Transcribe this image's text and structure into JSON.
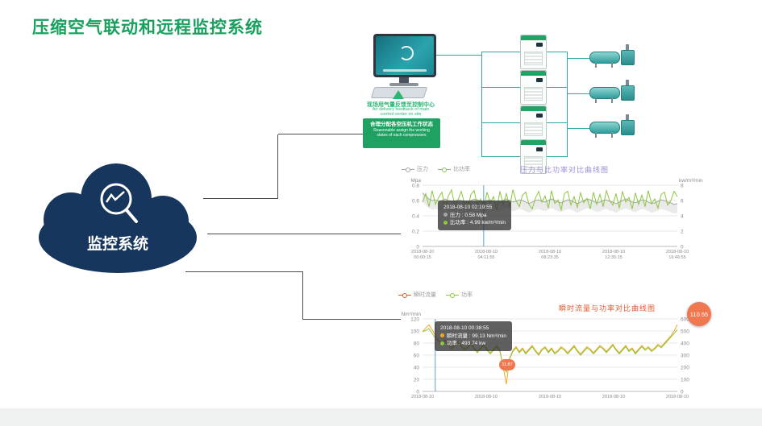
{
  "page": {
    "title": "压缩空气联动和远程监控系统",
    "title_color": "#1aa05e",
    "cloud_navy": "#17365d"
  },
  "cloud": {
    "label": "监控系统",
    "icon": "magnifier-pulse-icon"
  },
  "diagram": {
    "control_center": {
      "text_color": "#2bb673",
      "assign_bg": "#1fa162",
      "feedback_cn": "现场用气量反馈至控制中心",
      "feedback_en1": "Air delivery feedback of main",
      "feedback_en2": "control center on site",
      "assign_cn": "合理分配各空压机工作状态",
      "assign_en1": "Reasonable assign the working",
      "assign_en2": "states of each compressors"
    },
    "compressor_count": 4,
    "airend_count": 3
  },
  "chart_data": [
    {
      "type": "line",
      "title": "压力与比功率对比曲线图",
      "title_color": "#9b8cd9",
      "margins": {
        "l": 34,
        "r": 42,
        "t": 12,
        "b": 26
      },
      "y_left": {
        "label": "Mpa",
        "range": [
          0,
          0.8
        ],
        "ticks": [
          "0.8",
          "0.6",
          "0.4",
          "0.2",
          "0"
        ]
      },
      "y_right": {
        "label": "kw/m³/min",
        "range": [
          0,
          8
        ],
        "ticks": [
          "8",
          "6",
          "4",
          "2",
          "0"
        ]
      },
      "x_labels": [
        "2018-08-10 00:00:15",
        "2018-08-10 04:11:55",
        "2018-08-10 08:23:35",
        "2018-08-10 12:35:15",
        "2018-08-10 16:46:55"
      ],
      "series": [
        {
          "name": "压力",
          "color": "#a6a6a6",
          "axis": "left",
          "band": 0.12,
          "values": [
            0.7,
            0.66,
            0.62,
            0.6,
            0.61,
            0.59,
            0.6,
            0.62,
            0.6,
            0.58,
            0.59,
            0.61,
            0.6,
            0.58,
            0.57,
            0.6,
            0.62,
            0.61,
            0.59,
            0.58,
            0.6,
            0.61,
            0.59,
            0.57,
            0.58,
            0.6,
            0.62,
            0.6,
            0.58,
            0.59,
            0.61,
            0.6,
            0.58,
            0.56,
            0.58,
            0.6,
            0.61,
            0.59,
            0.58,
            0.6,
            0.62,
            0.6,
            0.58,
            0.57,
            0.59,
            0.61,
            0.6,
            0.58,
            0.56,
            0.58,
            0.6,
            0.62,
            0.61,
            0.59,
            0.57,
            0.58,
            0.6,
            0.61,
            0.59,
            0.58,
            0.56,
            0.58,
            0.6,
            0.62,
            0.6,
            0.58,
            0.57,
            0.59,
            0.61,
            0.6,
            0.58,
            0.56,
            0.57,
            0.59,
            0.61,
            0.6,
            0.58,
            0.57,
            0.55,
            0.56
          ]
        },
        {
          "name": "比功率",
          "color": "#8cc63f",
          "axis": "right",
          "values": [
            5.8,
            6.9,
            5.2,
            7.3,
            5.5,
            6.4,
            7.1,
            5.0,
            6.6,
            7.4,
            5.3,
            6.1,
            7.2,
            5.6,
            4.9,
            6.8,
            7.3,
            5.4,
            6.2,
            5.0,
            7.1,
            5.7,
            6.5,
            4.8,
            7.2,
            5.5,
            6.9,
            5.1,
            7.4,
            6.0,
            5.2,
            6.7,
            7.1,
            5.5,
            4.9,
            6.3,
            7.2,
            5.8,
            6.6,
            5.0,
            7.3,
            5.6,
            6.1,
            4.8,
            6.9,
            7.2,
            5.4,
            6.5,
            5.1,
            7.0,
            5.7,
            6.3,
            4.9,
            7.1,
            5.5,
            6.8,
            5.2,
            7.3,
            6.0,
            5.4,
            6.9,
            5.0,
            7.2,
            5.8,
            6.4,
            4.9,
            7.0,
            5.5,
            6.7,
            5.2,
            7.3,
            5.6,
            6.2,
            5.0,
            6.8,
            7.1,
            5.4,
            6.0,
            7.2,
            6.5
          ]
        }
      ],
      "tooltip": {
        "x_frac": 0.24,
        "time": "2018-08-10 02:19:55",
        "rows": [
          {
            "text": "压力 : 0.58 Mpa"
          },
          {
            "text": "比功率 : 4.99 kw/m³/min"
          }
        ]
      }
    },
    {
      "type": "line",
      "title": "瞬时流量与功率对比曲线图",
      "title_color": "#e4572e",
      "margins": {
        "l": 34,
        "r": 42,
        "t": 10,
        "b": 16
      },
      "y_left": {
        "label": "Nm³/min",
        "range": [
          0,
          120
        ],
        "ticks": [
          "120",
          "100",
          "80",
          "60",
          "40",
          "20",
          "0"
        ]
      },
      "y_right": {
        "label": "",
        "range": [
          0,
          600
        ],
        "ticks": [
          "600",
          "500",
          "400",
          "300",
          "200",
          "100",
          "0"
        ]
      },
      "x_labels": [
        "2018-08-10",
        "2018-08-10",
        "2018-08-10",
        "2018-08-10",
        "2018-08-10"
      ],
      "series": [
        {
          "name": "瞬时流量",
          "color": "#f5a623",
          "legend_color": "#e4572e",
          "axis": "left",
          "values": [
            99,
            105,
            110,
            102,
            92,
            85,
            80,
            86,
            78,
            72,
            78,
            84,
            76,
            70,
            74,
            80,
            72,
            66,
            72,
            78,
            70,
            64,
            70,
            76,
            68,
            40,
            11.87,
            55,
            68,
            74,
            66,
            72,
            64,
            70,
            76,
            68,
            62,
            70,
            74,
            66,
            72,
            64,
            68,
            74,
            70,
            64,
            70,
            76,
            68,
            62,
            68,
            74,
            70,
            64,
            70,
            76,
            72,
            66,
            72,
            78,
            70,
            64,
            70,
            76,
            68,
            72,
            64,
            70,
            76,
            70,
            74,
            68,
            72,
            78,
            74,
            80,
            86,
            92,
            100,
            110.55
          ]
        },
        {
          "name": "功率",
          "color": "#8cc63f",
          "axis": "right",
          "values": [
            494,
            505,
            520,
            480,
            440,
            410,
            390,
            420,
            380,
            350,
            380,
            410,
            370,
            340,
            360,
            390,
            350,
            320,
            350,
            380,
            340,
            310,
            340,
            370,
            330,
            200,
            160,
            270,
            330,
            360,
            320,
            350,
            310,
            340,
            370,
            330,
            300,
            340,
            360,
            320,
            350,
            310,
            330,
            360,
            340,
            310,
            340,
            370,
            330,
            300,
            330,
            360,
            340,
            310,
            340,
            370,
            350,
            320,
            350,
            380,
            340,
            310,
            340,
            370,
            330,
            350,
            310,
            340,
            370,
            340,
            360,
            330,
            350,
            380,
            360,
            390,
            420,
            450,
            480,
            510
          ]
        }
      ],
      "tooltip": {
        "x_frac": 0.05,
        "time": "2018-08-10 00:38:55",
        "rows": [
          {
            "text": "瞬时流量 : 99.13 Nm³/min"
          },
          {
            "text": "功率 : 493.74 kw"
          }
        ]
      },
      "badge": {
        "value": "110.55",
        "color": "#f07850"
      },
      "min_point": {
        "value": "11.87",
        "color": "#f07850"
      }
    }
  ]
}
